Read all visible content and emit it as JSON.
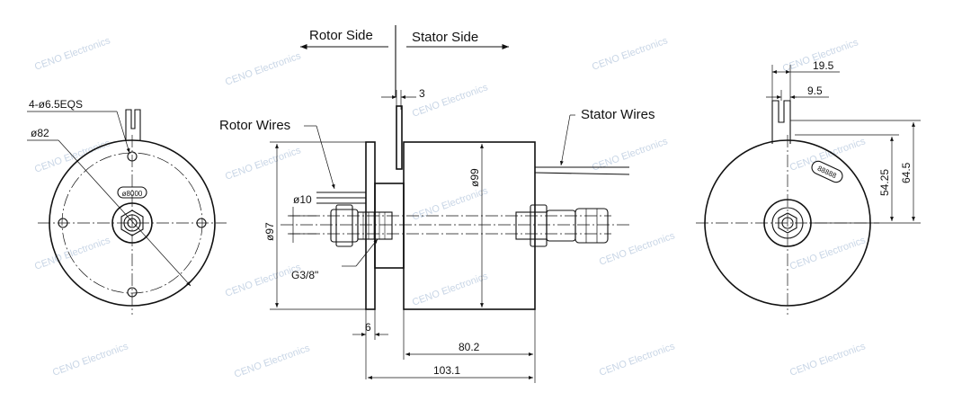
{
  "watermark": "CENO Electronics",
  "front_view": {
    "holes_label": "4-ø6.5EQS",
    "diameter_label": "ø82",
    "tag_label": "ø8000"
  },
  "side_view": {
    "rotor_side": "Rotor Side",
    "stator_side": "Stator Side",
    "rotor_wires": "Rotor Wires",
    "stator_wires": "Stator Wires",
    "thread_label": "G3/8\"",
    "dim_3": "3",
    "dim_d10": "ø10",
    "dim_d97": "ø97",
    "dim_d99": "ø99",
    "dim_6": "6",
    "dim_80_2": "80.2",
    "dim_103_1": "103.1"
  },
  "back_view": {
    "dim_19_5": "19.5",
    "dim_9_5": "9.5",
    "dim_54_25": "54.25",
    "dim_64_5": "64.5",
    "tag_label": "88888"
  }
}
